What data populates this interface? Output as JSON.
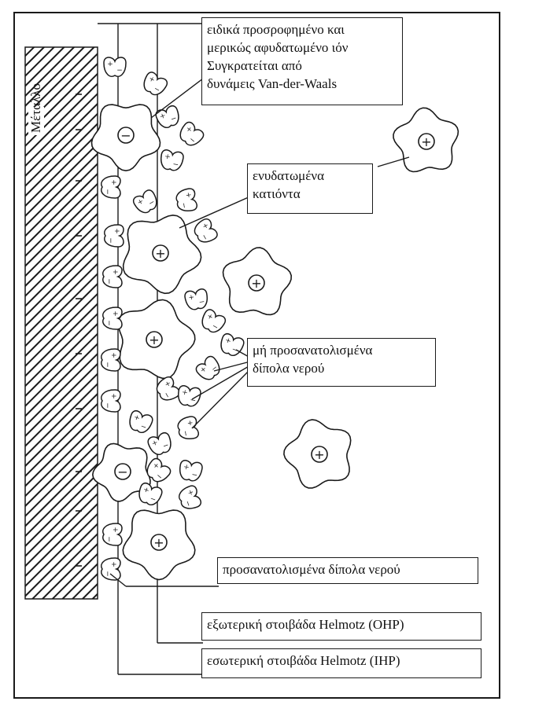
{
  "metal_label": "Μέταλλο",
  "labels": {
    "adsorbed_ion": [
      "ειδικά προσροφημένο και",
      "μερικώς αφυδατωμένο ιόν",
      "Συγκρατείται από",
      "δυνάμεις Van-der-Waals"
    ],
    "hydrated_cations": [
      "ενυδατωμένα",
      "κατιόντα"
    ],
    "non_oriented_dipoles": [
      "μή προσανατολισμένα",
      "δίπολα νερού"
    ],
    "oriented_dipoles": "προσανατολισμένα δίπολα νερού",
    "ohp": "εξωτερική στοιβάδα Helmotz (OHP)",
    "ihp": "εσωτερική στοιβάδα Helmotz (IHP)"
  },
  "symbols": {
    "cation": "+",
    "anion": "−"
  },
  "colors": {
    "ink": "#1a1a1a",
    "background": "#ffffff"
  }
}
